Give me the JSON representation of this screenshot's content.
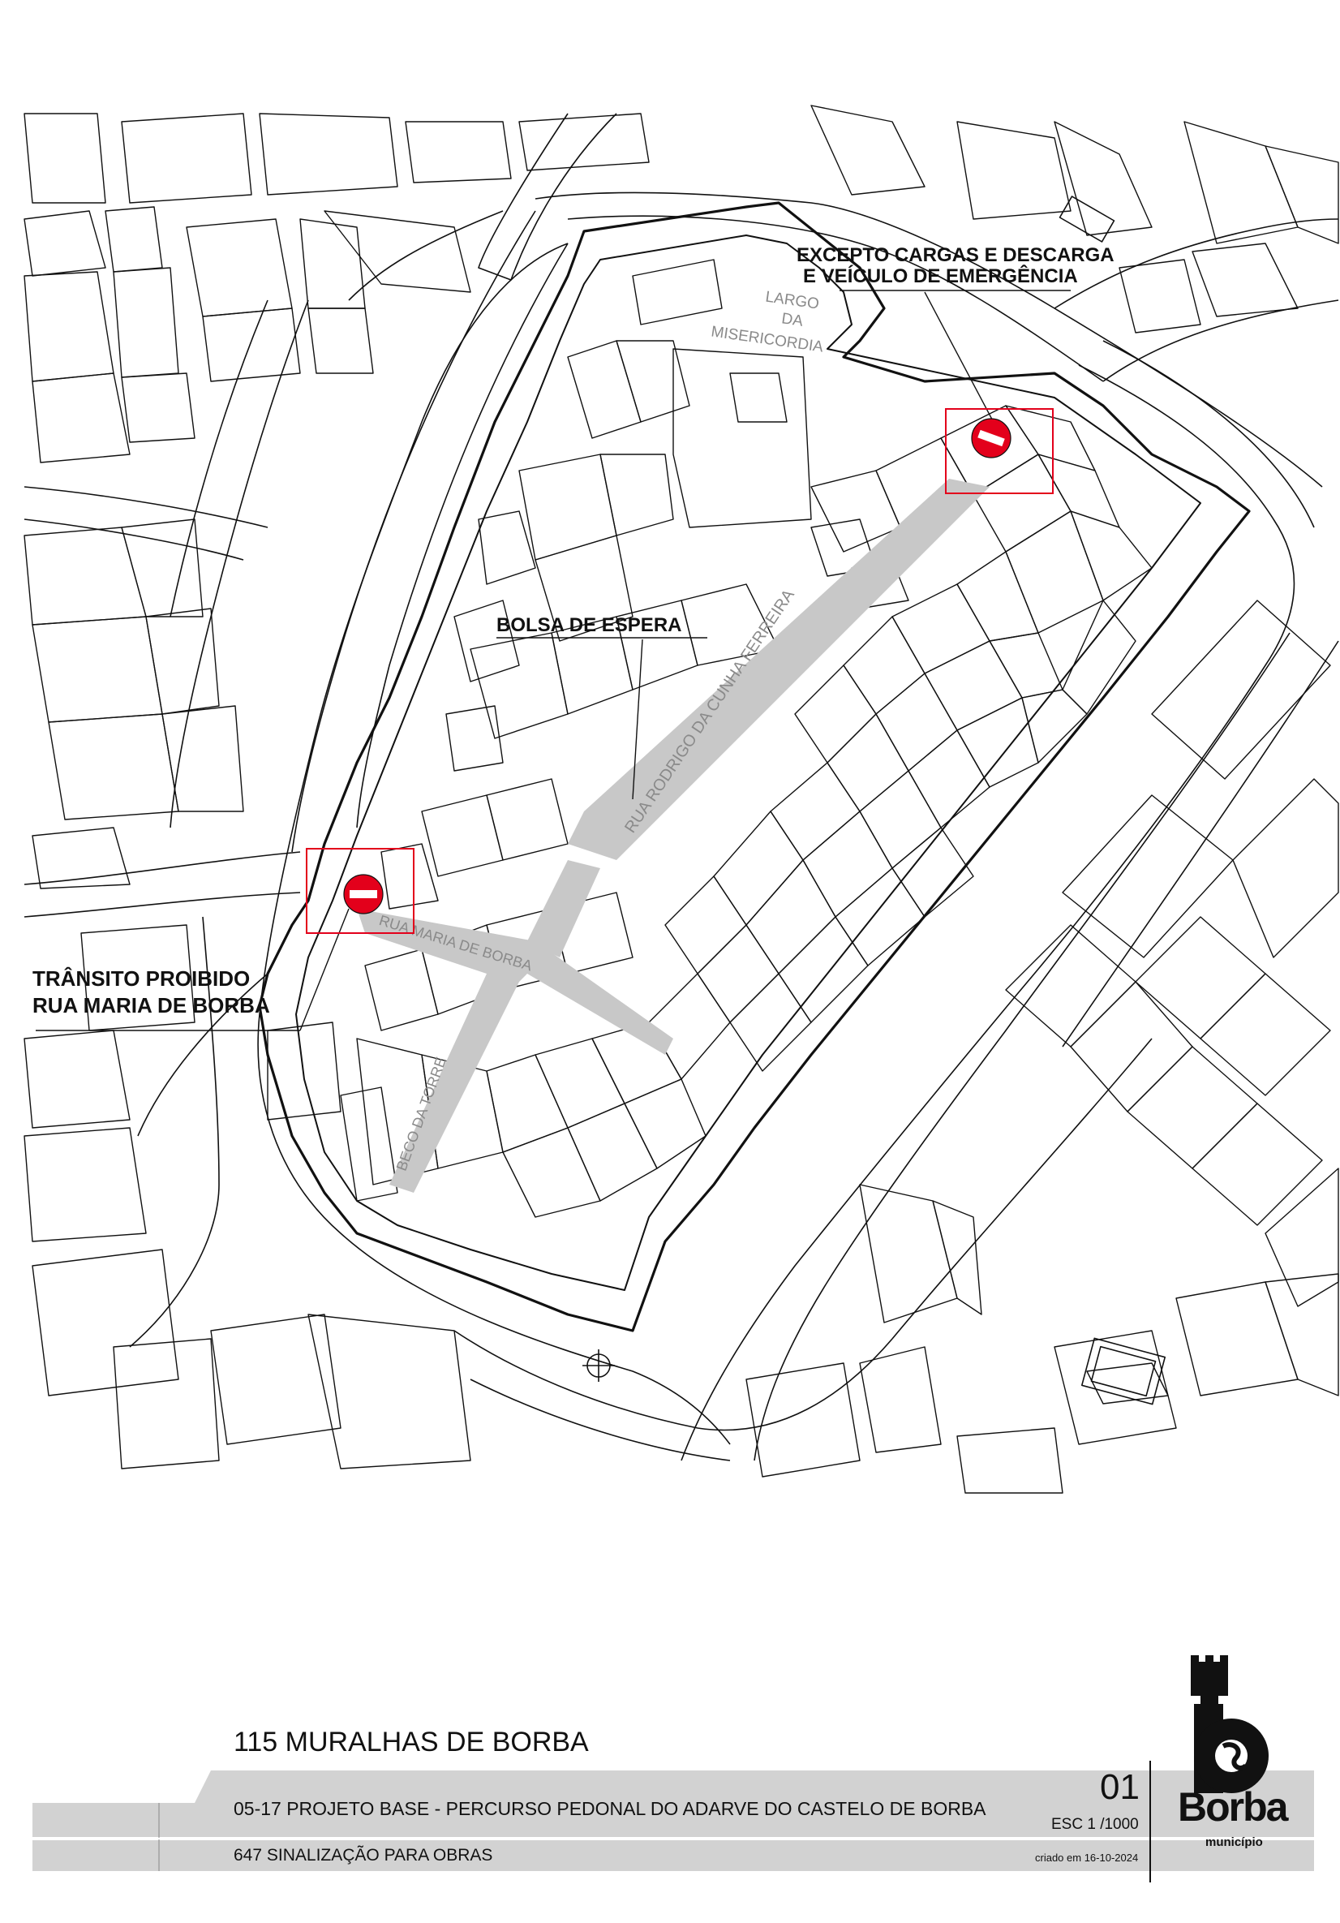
{
  "map": {
    "labels": {
      "excepto_line1": "EXCEPTO CARGAS E DESCARGA",
      "excepto_line2": "E VEÍCULO DE EMERGÊNCIA",
      "bolsa": "BOLSA DE ESPERA",
      "transito_line1": "TRÂNSITO PROIBIDO",
      "transito_line2": "RUA MARIA DE BORBA"
    },
    "streets": {
      "largo_line1": "LARGO",
      "largo_line2": "DA",
      "largo_line3": "MISERICORDIA",
      "rua_rodrigo": "RUA RODRIGO DA CUNHA FERREIRA",
      "rua_maria": "RUA MARIA DE BORBA",
      "beco": "BECO DA TORRE"
    },
    "colors": {
      "sign_red": "#e3001b",
      "highlight_box": "#e3001b",
      "route_fill": "#c8c8c8"
    },
    "icons": [
      "no-entry-sign-icon",
      "compass-rose-icon"
    ]
  },
  "title_block": {
    "project_title": "115 MURALHAS DE BORBA",
    "subtitle": "05-17 PROJETO BASE - PERCURSO PEDONAL DO ADARVE DO CASTELO DE BORBA",
    "drawing_title": "647 SINALIZAÇÃO PARA OBRAS",
    "sheet_number": "01",
    "scale": "ESC 1 /1000",
    "created": "criado em 16-10-2024",
    "logo_word": "Borba",
    "logo_sub": "município"
  }
}
